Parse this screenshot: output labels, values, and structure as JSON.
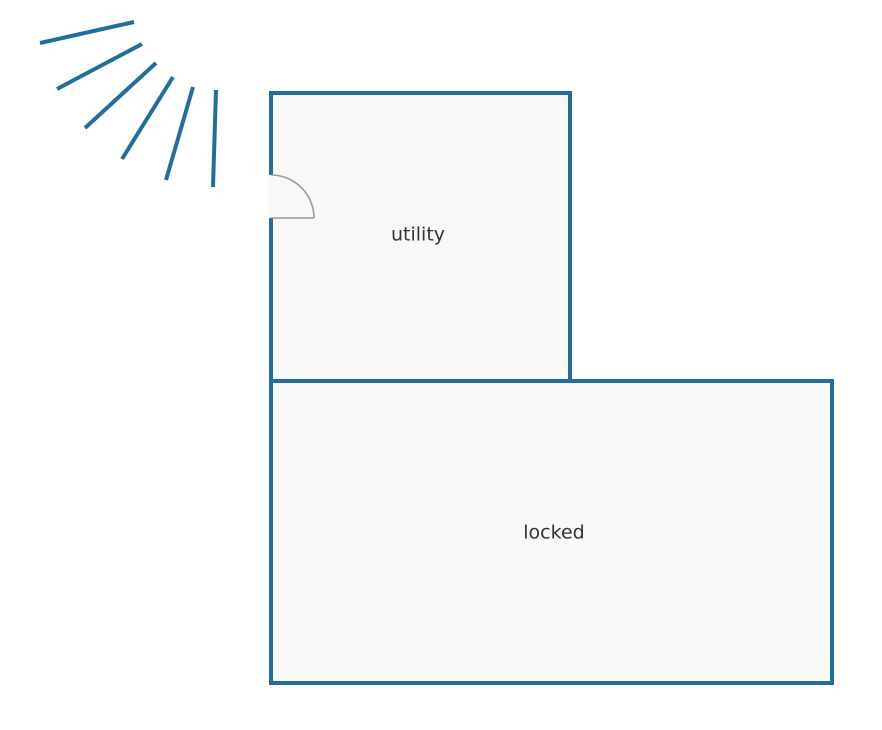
{
  "floor_plan": {
    "rooms": [
      {
        "id": "utility",
        "label": "utility"
      },
      {
        "id": "locked",
        "label": "locked"
      }
    ],
    "colors": {
      "wall": "#1f6f9a",
      "room_fill": "#f8f8f7",
      "door": "#9a9a9a",
      "label": "#333333",
      "background": "#ffffff"
    }
  }
}
